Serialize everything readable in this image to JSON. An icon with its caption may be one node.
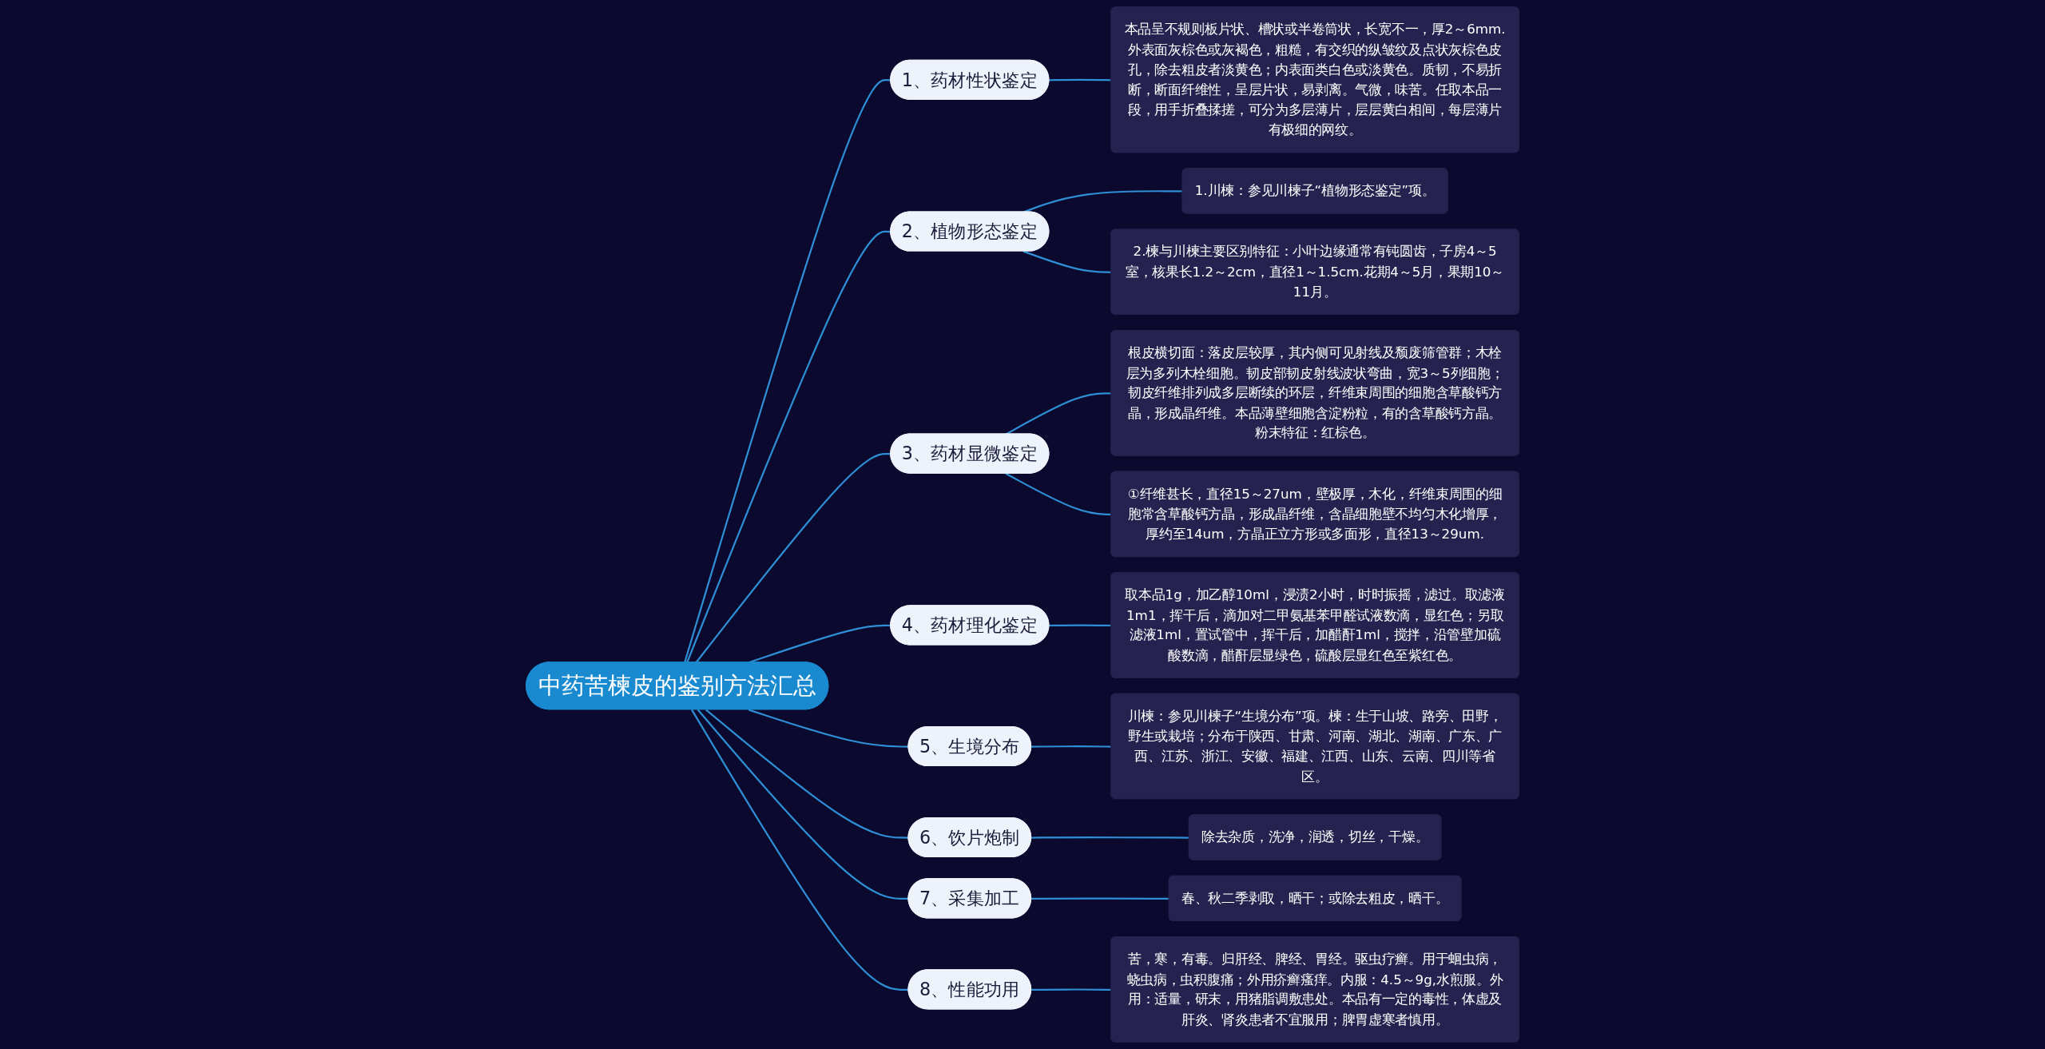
{
  "diagram": {
    "nodes": [
      {
        "text": [
          "中药苦楝皮的鉴别方法汇总"
        ]
      },
      {
        "text": [
          "1、药材性状鉴定"
        ]
      },
      {
        "text": [
          "本品呈不规则板片状、槽状或半卷筒状，长宽不一，厚2～6mm.外表面灰棕色或灰褐色，粗糙，有交织的纵皱纹及点状灰棕色皮孔，除去粗皮者淡黄色；内表面类白色或淡黄色。质韧，不易折断，断面纤维性，呈层片状，易剥离。气微，味苦。任取本品一段，用手折叠揉搓，可分为多层薄片，层层黄白相间，每层薄片有极细的网纹。"
        ]
      },
      {
        "text": [
          "2、植物形态鉴定"
        ]
      },
      {
        "text": [
          "1.川楝：参见川楝子“植物形态鉴定”项。"
        ]
      },
      {
        "text": [
          "2.楝与川楝主要区别特征：小叶边缘通常有钝圆齿，子房4～5室，核果长1.2～2cm，直径1～1.5cm.花期4～5月，果期10～11月。"
        ]
      },
      {
        "text": [
          "3、药材显微鉴定"
        ]
      },
      {
        "text": [
          "根皮横切面：落皮层较厚，其内侧可见射线及颓废筛管群；木栓层为多列木栓细胞。韧皮部韧皮射线波状弯曲，宽3～5列细胞；韧皮纤维排列成多层断续的环层，纤维束周围的细胞含草酸钙方晶，形成晶纤维。本品薄壁细胞含淀粉粒，有的含草酸钙方晶。粉末特征：红棕色。"
        ]
      },
      {
        "text": [
          "①纤维甚长，直径15～27um，壁极厚，木化，纤维束周围的细胞常含草酸钙方晶，形成晶纤维，含晶细胞壁不均匀木化增厚，厚约至14um，方晶正立方形或多面形，直径13～29um."
        ]
      },
      {
        "text": [
          "4、药材理化鉴定"
        ]
      },
      {
        "text": [
          "取本品1g，加乙醇10ml，浸渍2小时，时时振摇，滤过。取滤液1m1，挥干后，滴加对二甲氨基苯甲醛试液数滴，显红色；另取滤液1ml，置试管中，挥干后，加醋酐1ml，搅拌，沿管壁加硫酸数滴，醋酐层显绿色，硫酸层显红色至紫红色。"
        ]
      },
      {
        "text": [
          "5、生境分布"
        ]
      },
      {
        "text": [
          "川楝：参见川楝子“生境分布”项。楝：生于山坡、路旁、田野，野生或栽培；分布于陕西、甘肃、河南、湖北、湖南、广东、广西、江苏、浙江、安徽、福建、江西、山东、云南、四川等省区。"
        ]
      },
      {
        "text": [
          "6、饮片炮制"
        ]
      },
      {
        "text": [
          "除去杂质，洗净，润透，切丝，干燥。"
        ]
      },
      {
        "text": [
          "7、采集加工"
        ]
      },
      {
        "text": [
          "春、秋二季剥取，晒干；或除去粗皮，晒干。"
        ]
      },
      {
        "text": [
          "8、性能功用"
        ]
      },
      {
        "text": [
          "苦，寒，有毒。归肝经、脾经、胃经。驱虫疗癣。用于蛔虫病，蛲虫病，虫积腹痛；外用疥癣瘙痒。内服：4.5～9g,水煎服。外用：适量，研末，用猪脂调敷患处。本品有一定的毒性，体虚及肝炎、肾炎患者不宜服用；脾胃虚寒者慎用。"
        ]
      }
    ],
    "edges": [
      {
        "from": 0,
        "to": 1,
        "arrow": "none"
      },
      {
        "from": 1,
        "to": 2,
        "arrow": "none"
      },
      {
        "from": 0,
        "to": 3,
        "arrow": "none"
      },
      {
        "from": 3,
        "to": 4,
        "arrow": "none"
      },
      {
        "from": 3,
        "to": 5,
        "arrow": "none"
      },
      {
        "from": 0,
        "to": 6,
        "arrow": "none"
      },
      {
        "from": 6,
        "to": 7,
        "arrow": "none"
      },
      {
        "from": 6,
        "to": 8,
        "arrow": "none"
      },
      {
        "from": 0,
        "to": 9,
        "arrow": "none"
      },
      {
        "from": 9,
        "to": 10,
        "arrow": "none"
      },
      {
        "from": 0,
        "to": 11,
        "arrow": "none"
      },
      {
        "from": 11,
        "to": 12,
        "arrow": "none"
      },
      {
        "from": 0,
        "to": 13,
        "arrow": "none"
      },
      {
        "from": 13,
        "to": 14,
        "arrow": "none"
      },
      {
        "from": 0,
        "to": 15,
        "arrow": "none"
      },
      {
        "from": 15,
        "to": 16,
        "arrow": "none"
      },
      {
        "from": 0,
        "to": 17,
        "arrow": "none"
      },
      {
        "from": 17,
        "to": 18,
        "arrow": "none"
      }
    ]
  }
}
